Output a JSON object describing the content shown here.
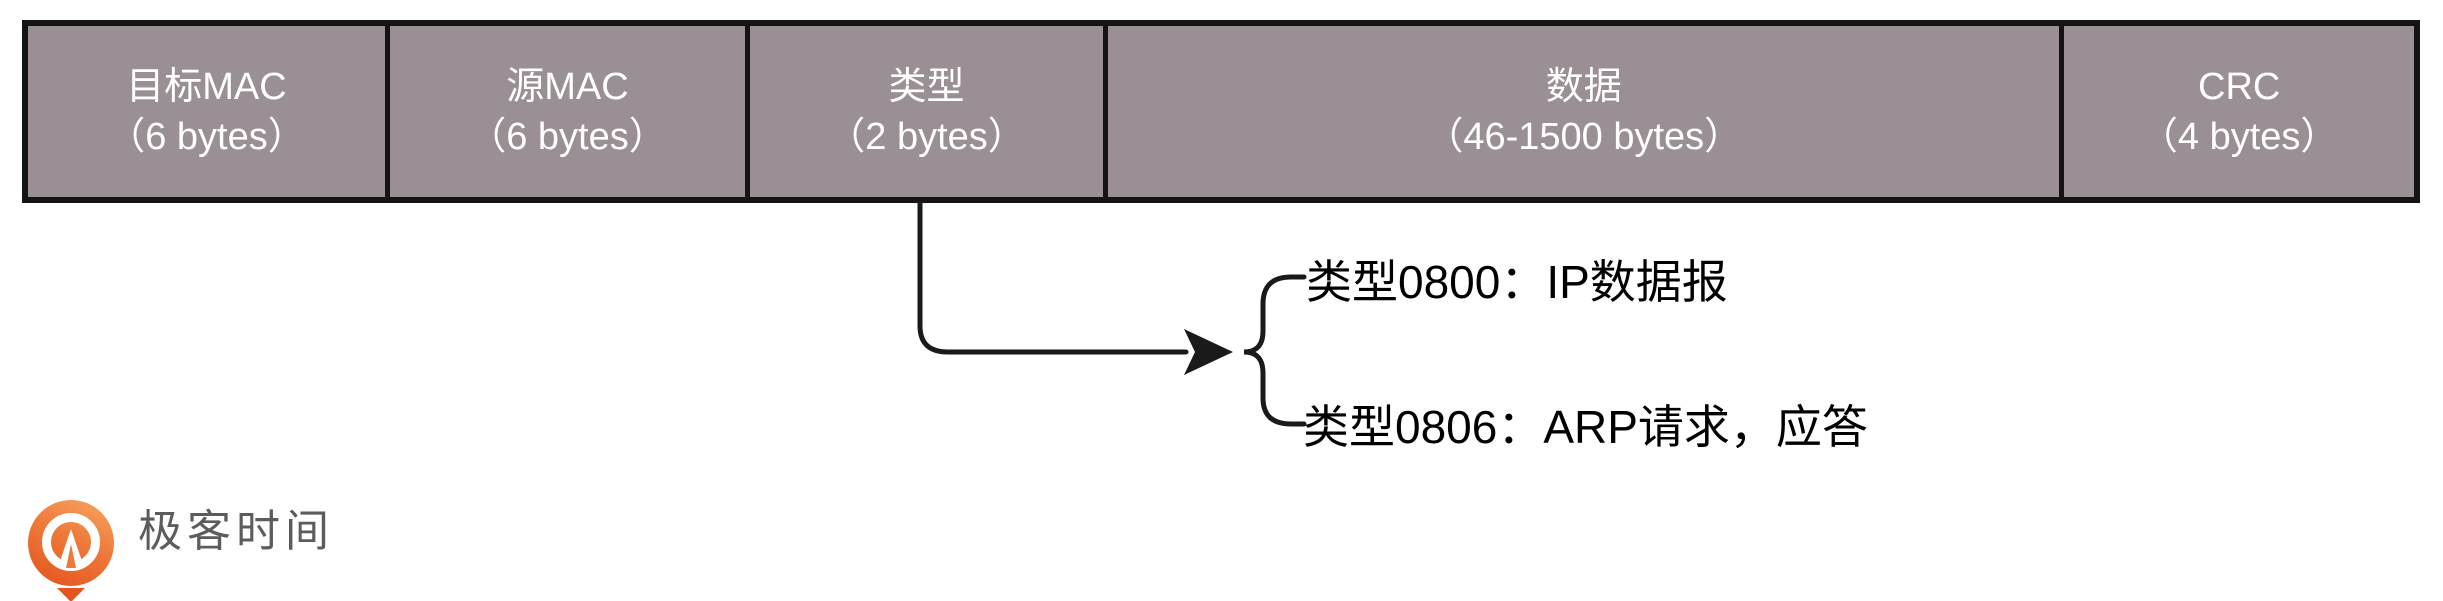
{
  "frame": {
    "border_color": "#141414",
    "cell_background": "#9A8F94",
    "text_color": "#FFFFFF",
    "fields": [
      {
        "name": "目标MAC",
        "size": "（6 bytes）"
      },
      {
        "name": "源MAC",
        "size": "（6 bytes）"
      },
      {
        "name": "类型",
        "size": "（2 bytes）"
      },
      {
        "name": "数据",
        "size": "（46-1500 bytes）"
      },
      {
        "name": "CRC",
        "size": "（4 bytes）"
      }
    ]
  },
  "annotation": {
    "line_color": "#1A1A1A",
    "text_color": "#000000",
    "items": [
      {
        "label": "类型0800：IP数据报"
      },
      {
        "label": "类型0806：ARP请求，应答"
      }
    ]
  },
  "logo": {
    "brand": "极客时间",
    "icon": "geektime-pin-icon",
    "icon_color_start": "#F7A25F",
    "icon_color_end": "#E4551F",
    "text_color": "#5E5B5B"
  }
}
